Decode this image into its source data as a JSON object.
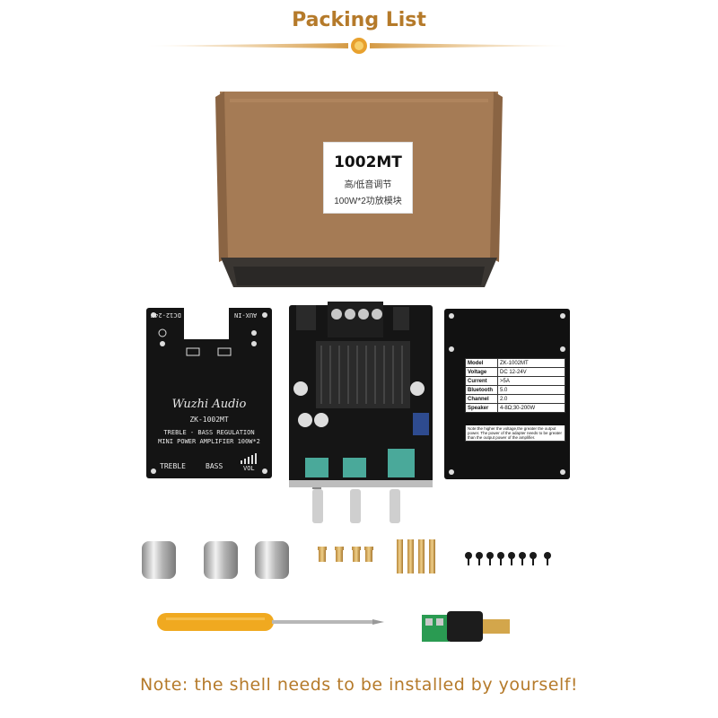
{
  "header": {
    "title": "Packing List"
  },
  "box_label": {
    "model": "1002MT",
    "line1": "高/低音调节",
    "line2": "100W*2功放模块"
  },
  "back_plate": {
    "logo": "Wuzhi Audio",
    "model": "ZK-1002MT",
    "line1": "TREBLE - BASS REGULATION",
    "line2": "MINI POWER AMPLIFIER 100W*2",
    "treble": "TREBLE",
    "bass": "BASS",
    "vol": "VOL",
    "dc": "DC12-24V",
    "aux": "AUX-IN"
  },
  "specs": {
    "rows": [
      {
        "k": "Model",
        "v": "ZK-1002MT"
      },
      {
        "k": "Voltage",
        "v": "DC 12-24V"
      },
      {
        "k": "Current",
        "v": ">5A"
      },
      {
        "k": "Bluetooth",
        "v": "5.0"
      },
      {
        "k": "Channel",
        "v": "2.0"
      },
      {
        "k": "Speaker",
        "v": "4-8Ω;30-200W"
      }
    ],
    "note": "Note:the higher the voltage,the greater the output power. The power of the adapter needs to be greater than the output power of the amplifier."
  },
  "footer": {
    "note": "Note: the shell needs to be installed  by yourself!"
  },
  "colors": {
    "accent": "#b57a2a",
    "box": "#a37a55",
    "pcb": "#141414"
  },
  "icons": [
    "divider-ornament",
    "screwdriver",
    "dc-connector",
    "knob-cap",
    "copper-standoff",
    "screw"
  ]
}
